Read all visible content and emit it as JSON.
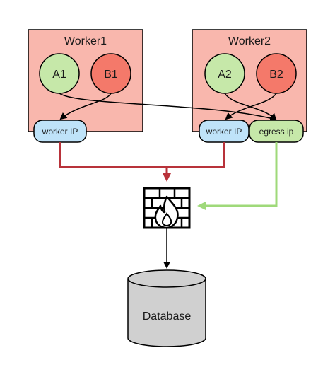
{
  "workers": [
    {
      "title": "Worker1",
      "pods": [
        "A1",
        "B1"
      ],
      "ip_label": "worker IP"
    },
    {
      "title": "Worker2",
      "pods": [
        "A2",
        "B2"
      ],
      "ip_label": "worker IP"
    }
  ],
  "egress": {
    "label": "egress ip"
  },
  "database": {
    "label": "Database"
  },
  "firewall": {
    "icon": "firewall-icon"
  },
  "colors": {
    "worker_fill": "#f9b7ad",
    "pod_a_fill": "#c6e8a9",
    "pod_b_fill": "#f4796a",
    "worker_ip_fill": "#bfe3f9",
    "egress_fill": "#c6e8a9",
    "red_route": "#b8323a",
    "green_route": "#9fd97a",
    "database_fill": "#d0d0d0"
  }
}
